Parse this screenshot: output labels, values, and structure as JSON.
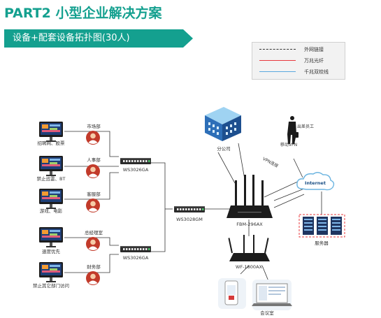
{
  "title": "PART2 小型企业解决方案",
  "subtitle": "设备+配套设备拓扑图(30人)",
  "legend": {
    "external": "外网链接",
    "fiber": "万兆光纤",
    "twisted": "千兆双绞线",
    "fiber_color": "#e8383d",
    "twisted_color": "#5aa8de"
  },
  "devices": {
    "switch_top": "WS3026GA",
    "switch_bottom": "WS3026GA",
    "core_switch": "WS3028GM",
    "router": "FBM-296AX",
    "ap": "WF-1800AX"
  },
  "nodes": {
    "branch": "分公司",
    "travel_staff": "出差员工",
    "mobile_vpn": "移动VPN",
    "vpn_link": "VPN连接",
    "internet": "Internet",
    "server": "服务器",
    "meeting_room": "会议室"
  },
  "departments": [
    {
      "name": "市场部",
      "note": "招聘网、股票"
    },
    {
      "name": "人事部",
      "note": "禁止迅雷、BT"
    },
    {
      "name": "客服部",
      "note": "游戏、电影"
    },
    {
      "name": "总经理室",
      "note": "速度优先"
    },
    {
      "name": "财务部",
      "note": "禁止其它部门访问"
    }
  ],
  "icons": {
    "pc": "monitor-icon",
    "person": "person-icon",
    "building": "building-icon",
    "traveler": "traveler-icon",
    "cloud": "cloud-icon",
    "server": "server-rack-icon",
    "phone": "smartphone-icon",
    "laptop": "laptop-icon"
  }
}
